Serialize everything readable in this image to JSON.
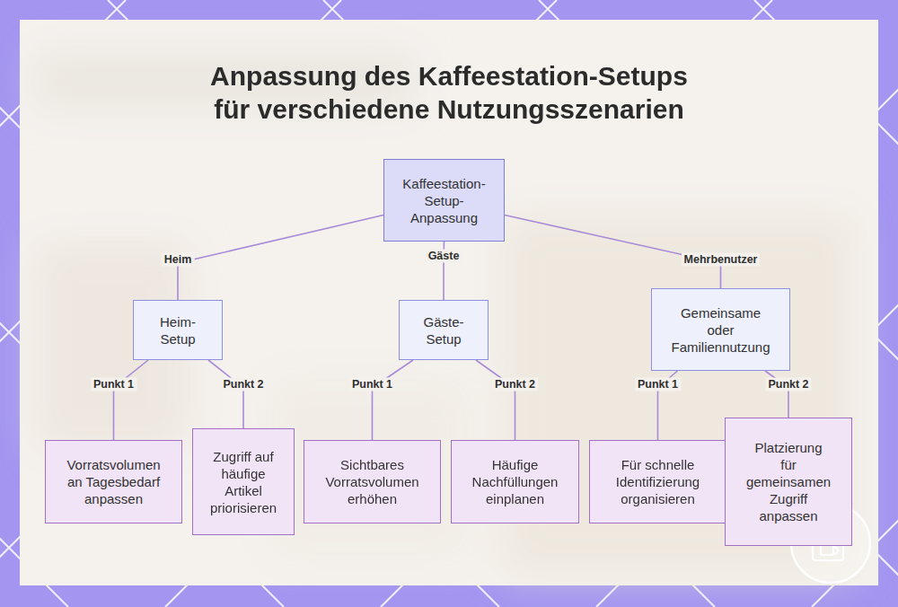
{
  "diagram": {
    "title": "Anpassung des Kaffeestation-Setups für verschiedene Nutzungsszenarien",
    "nodes": [
      {
        "text": [
          "Kaffeestation-Setup-Anpassung"
        ]
      },
      {
        "text": [
          "Heim-Setup"
        ]
      },
      {
        "text": [
          "Gäste-Setup"
        ]
      },
      {
        "text": [
          "Gemeinsame oder Familiennutzung"
        ]
      },
      {
        "text": [
          "Vorratsvolumen an Tagesbedarf anpassen"
        ]
      },
      {
        "text": [
          "Zugriff auf häufige Artikel priorisieren"
        ]
      },
      {
        "text": [
          "Sichtbares Vorratsvolumen erhöhen"
        ]
      },
      {
        "text": [
          "Häufige Nachfüllungen einplanen"
        ]
      },
      {
        "text": [
          "Für schnelle Identifizierung organisieren"
        ]
      },
      {
        "text": [
          "Platzierung für gemeinsamen Zugriff anpassen"
        ]
      }
    ],
    "edges": [
      {
        "from": 0,
        "to": 1,
        "label": "Heim",
        "arrow": "none"
      },
      {
        "from": 0,
        "to": 2,
        "label": "Gäste",
        "arrow": "none"
      },
      {
        "from": 0,
        "to": 3,
        "label": "Mehrbenutzer",
        "arrow": "none"
      },
      {
        "from": 1,
        "to": 4,
        "label": "Punkt 1",
        "arrow": "none"
      },
      {
        "from": 1,
        "to": 5,
        "label": "Punkt 2",
        "arrow": "none"
      },
      {
        "from": 2,
        "to": 6,
        "label": "Punkt 1",
        "arrow": "none"
      },
      {
        "from": 2,
        "to": 7,
        "label": "Punkt 2",
        "arrow": "none"
      },
      {
        "from": 3,
        "to": 8,
        "label": "Punkt 1",
        "arrow": "none"
      },
      {
        "from": 3,
        "to": 9,
        "label": "Punkt 2",
        "arrow": "none"
      }
    ]
  }
}
